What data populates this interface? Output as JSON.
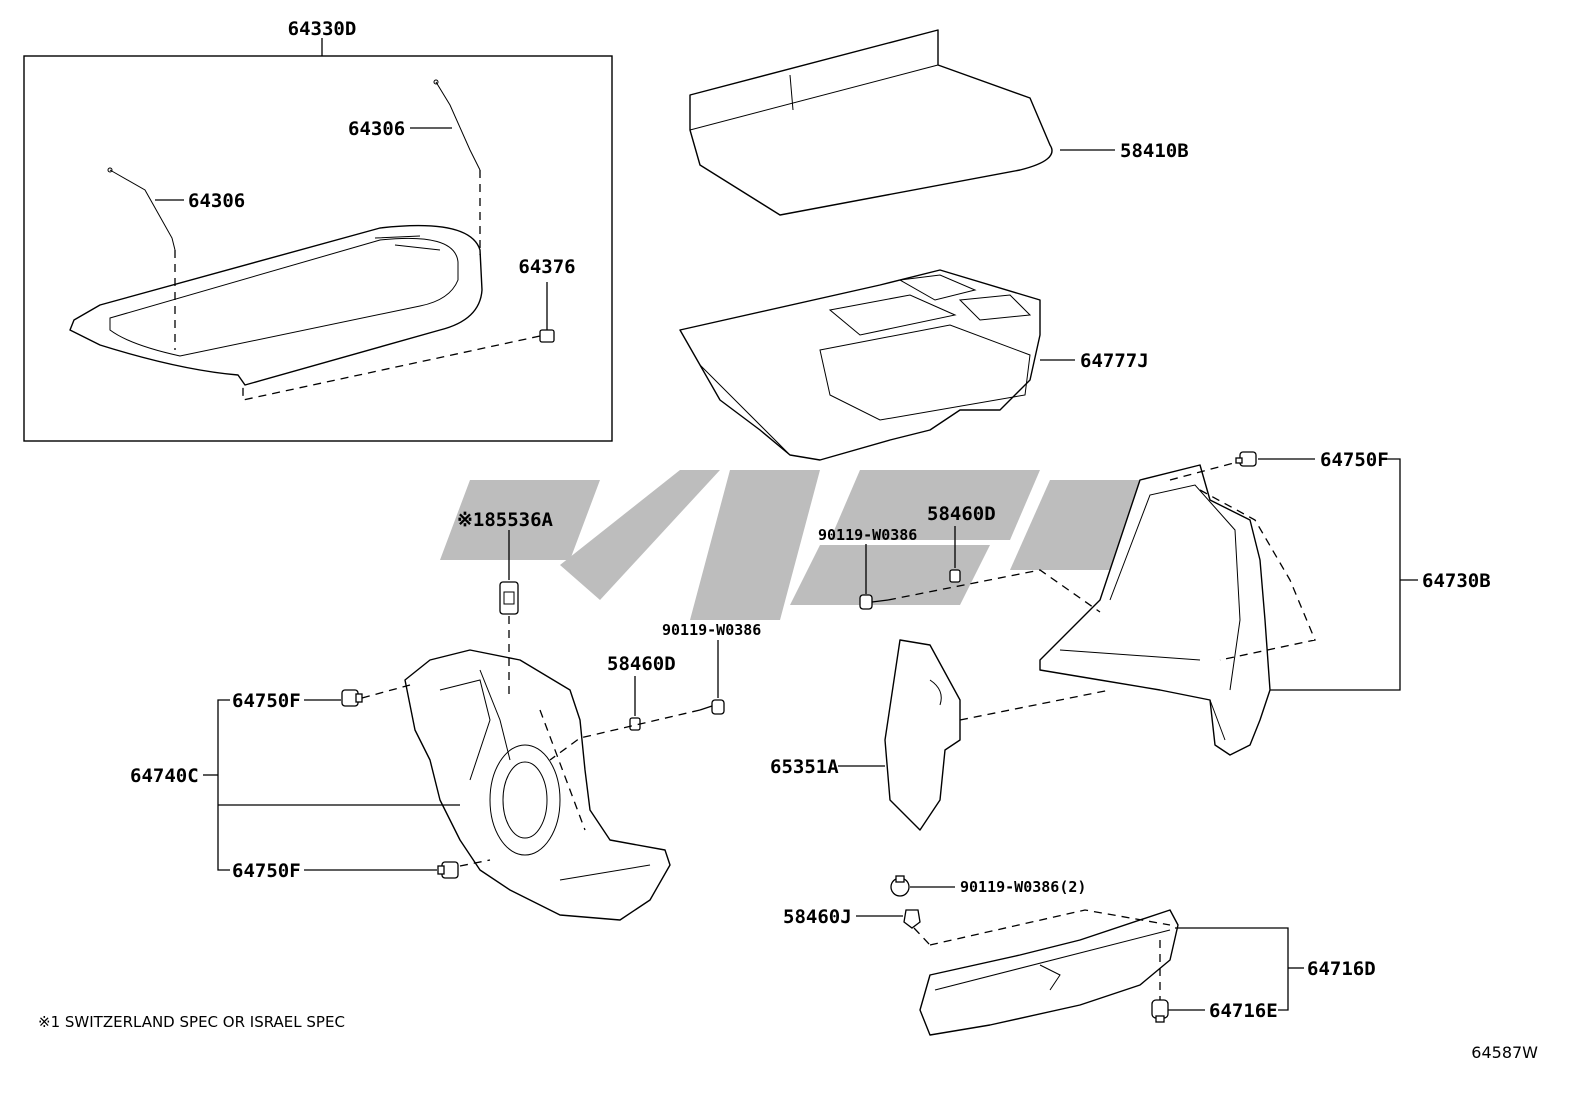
{
  "callouts": {
    "p64330D": "64330D",
    "p64306a": "64306",
    "p64306b": "64306",
    "p64376": "64376",
    "p58410B": "58410B",
    "p64777J": "64777J",
    "p64750F_a": "64750F",
    "p64730B": "64730B",
    "p58460D_a": "58460D",
    "p90119_a": "90119-W0386",
    "p85536A": "※185536A",
    "p90119_b": "90119-W0386",
    "p58460D_b": "58460D",
    "p64750F_b": "64750F",
    "p64740C": "64740C",
    "p64750F_c": "64750F",
    "p65351A": "65351A",
    "p90119_c": "90119-W0386(2)",
    "p58460J": "58460J",
    "p64716D": "64716D",
    "p64716E": "64716E"
  },
  "footnote": "※1 SWITZERLAND SPEC OR ISRAEL SPEC",
  "figure_number": "64587W"
}
